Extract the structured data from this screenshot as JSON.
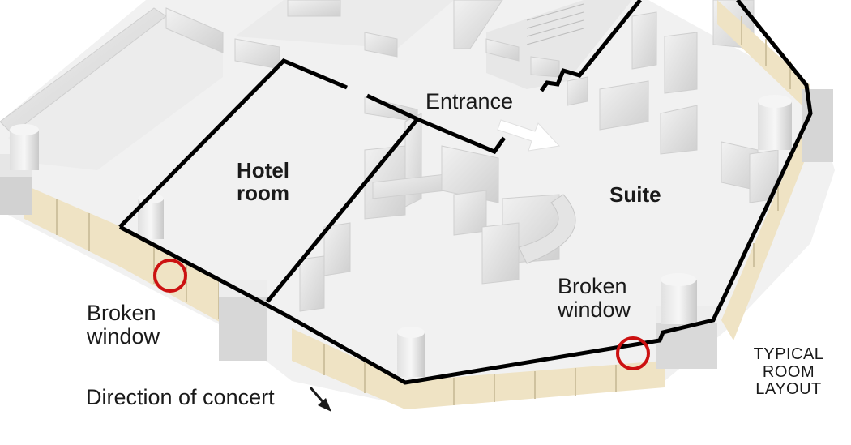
{
  "labels": {
    "hotel_room": "Hotel room",
    "suite": "Suite",
    "entrance": "Entrance",
    "broken_window_left": "Broken window",
    "broken_window_right": "Broken window",
    "direction": "Direction of concert",
    "typical_layout": "TYPICAL ROOM LAYOUT"
  },
  "colors": {
    "outline": "#000000",
    "window_marker": "#cc1111",
    "glass": "#efe3c4",
    "floor": "#f3f3f3",
    "wall": "#dcdcdc"
  }
}
